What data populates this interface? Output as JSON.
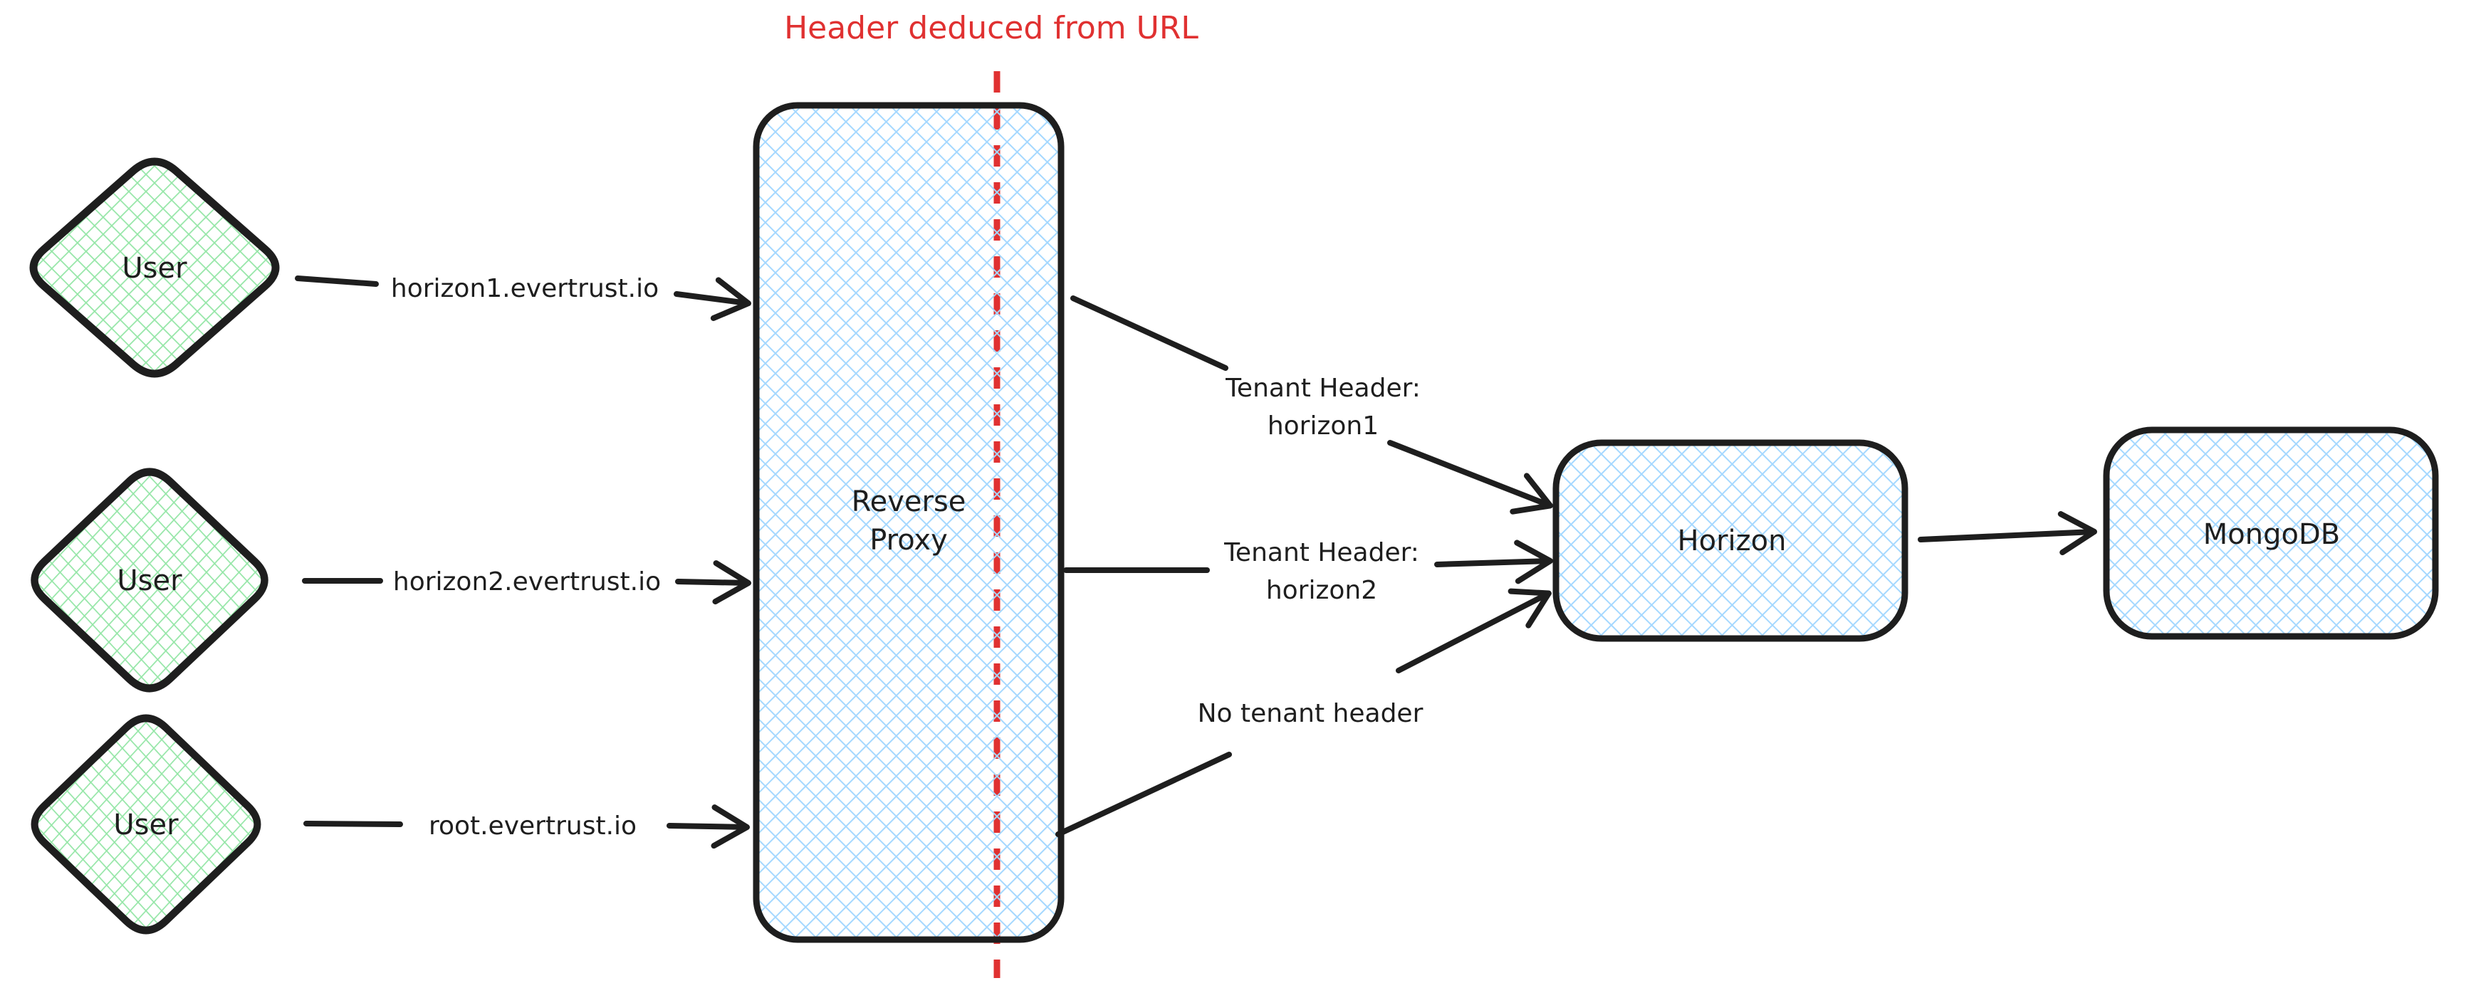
{
  "annotation": {
    "text": "Header deduced from URL",
    "color": "#e03131",
    "style": "dashed-vertical-divider-through-reverse-proxy"
  },
  "nodes": {
    "user1": {
      "label": "User",
      "shape": "diamond"
    },
    "user2": {
      "label": "User",
      "shape": "diamond"
    },
    "user3": {
      "label": "User",
      "shape": "diamond"
    },
    "reverse_proxy": {
      "label_lines": [
        "Reverse",
        "Proxy"
      ],
      "shape": "rounded-rectangle"
    },
    "horizon": {
      "label": "Horizon",
      "shape": "rounded-rectangle"
    },
    "mongodb": {
      "label": "MongoDB",
      "shape": "rounded-rectangle"
    }
  },
  "edges": {
    "user1_to_proxy": {
      "from": "user1",
      "to": "reverse_proxy",
      "label": "horizon1.evertrust.io"
    },
    "user2_to_proxy": {
      "from": "user2",
      "to": "reverse_proxy",
      "label": "horizon2.evertrust.io"
    },
    "user3_to_proxy": {
      "from": "user3",
      "to": "reverse_proxy",
      "label": "root.evertrust.io"
    },
    "proxy_to_horizon_1": {
      "from": "reverse_proxy",
      "to": "horizon",
      "label_lines": [
        "Tenant Header:",
        "horizon1"
      ]
    },
    "proxy_to_horizon_2": {
      "from": "reverse_proxy",
      "to": "horizon",
      "label_lines": [
        "Tenant Header:",
        "horizon2"
      ]
    },
    "proxy_to_horizon_3": {
      "from": "reverse_proxy",
      "to": "horizon",
      "label": "No tenant header"
    },
    "horizon_to_mongodb": {
      "from": "horizon",
      "to": "mongodb"
    }
  },
  "colors": {
    "stroke": "#1e1e1e",
    "user_hatch_green": "#95e6a7",
    "service_hatch_blue": "#a5d8ff",
    "annotation_red": "#e03131",
    "background": "#ffffff"
  }
}
